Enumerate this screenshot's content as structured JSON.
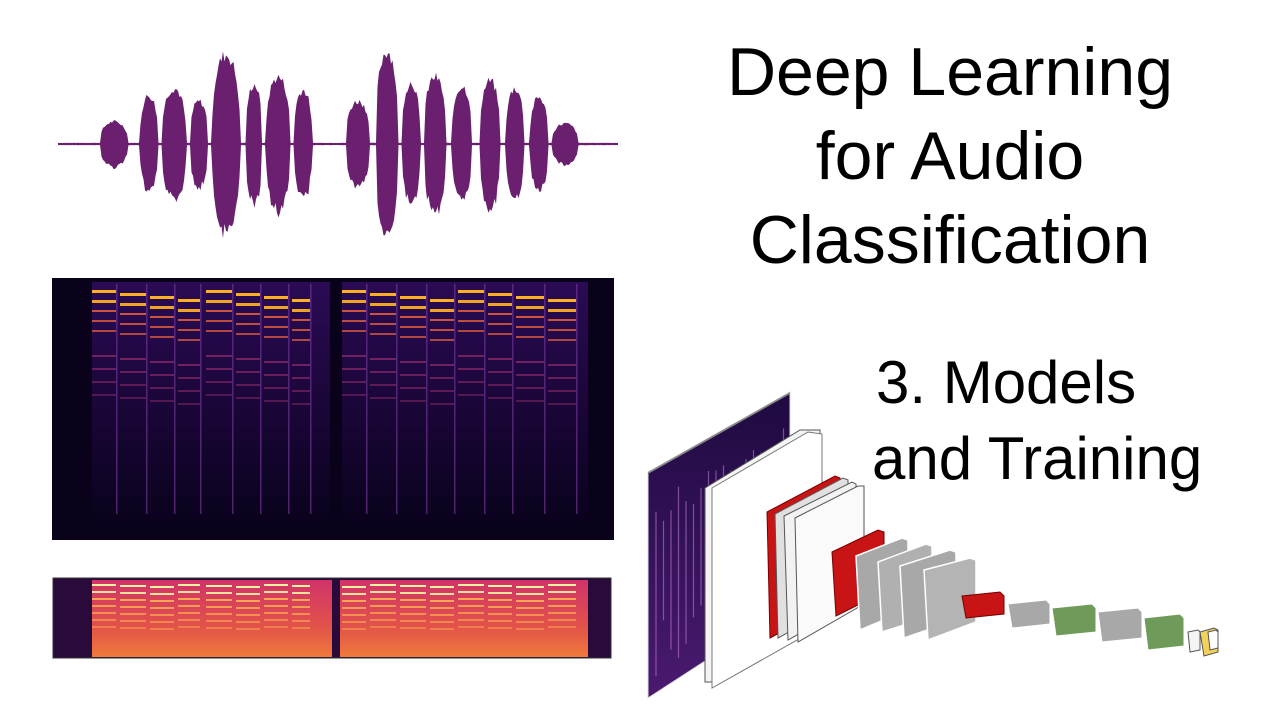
{
  "title": {
    "lines": [
      "Deep Learning",
      "for Audio",
      "Classification"
    ]
  },
  "subtitle": {
    "lines": [
      "3. Models",
      "and Training"
    ]
  },
  "colors": {
    "waveform": "#6a1f6f",
    "spectrogram_bg": "#0d0420",
    "spectrogram_band": "#f5a623",
    "mel_bg": "#c0306a",
    "layer_red": "#c81414",
    "layer_gray": "#a8a8a8",
    "layer_green": "#6e9a5a",
    "output_yellow": "#f2d25a"
  }
}
